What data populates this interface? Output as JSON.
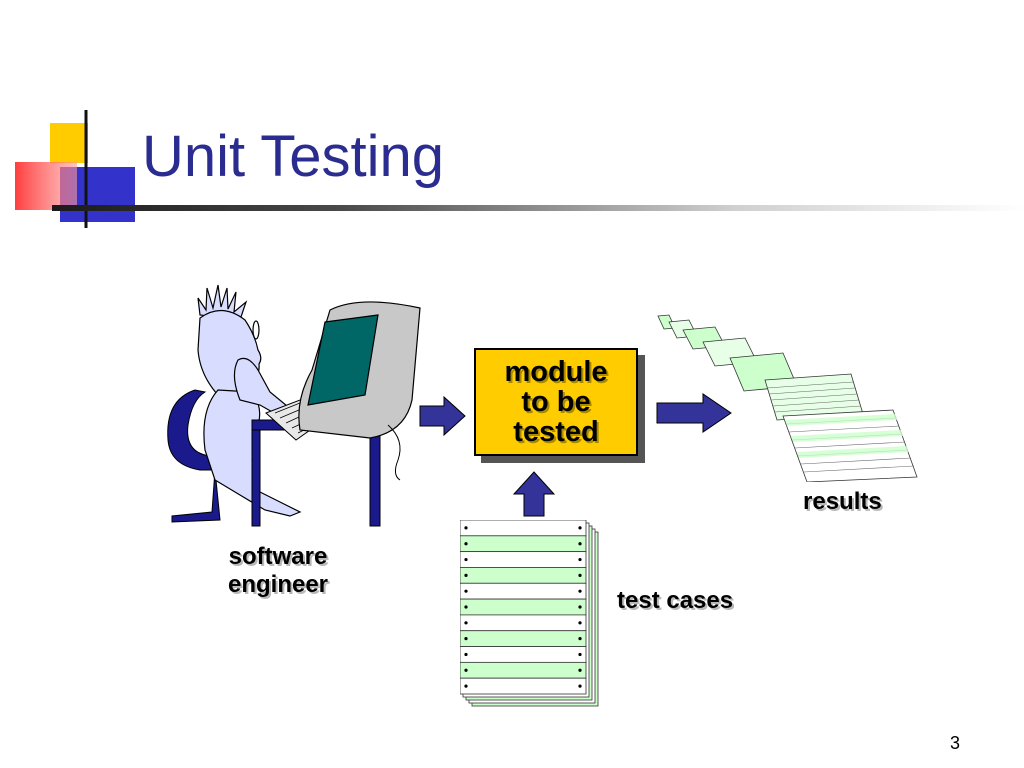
{
  "slide": {
    "title": "Unit Testing",
    "page_number": "3"
  },
  "diagram": {
    "engineer_label": [
      "software",
      "engineer"
    ],
    "module_label": [
      "module",
      "to be",
      "tested"
    ],
    "test_cases_label": "test cases",
    "results_label": "results"
  },
  "colors": {
    "title": "#2a2d8f",
    "module_fill": "#ffcc00",
    "arrow_fill": "#333399",
    "figure_fill": "#d8dcff",
    "chair_fill": "#1a1a8c",
    "screen_fill": "#006666",
    "stripe_fill": "#ccffcc"
  }
}
